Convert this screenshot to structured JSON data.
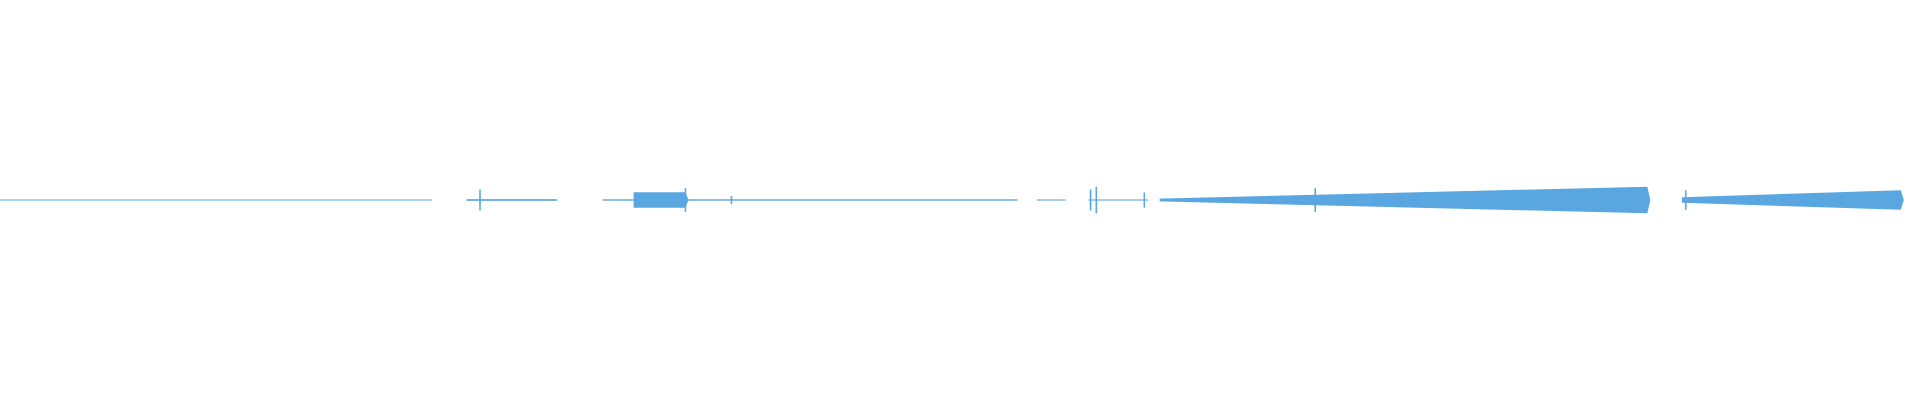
{
  "waveform": {
    "color": "#5aa6e0",
    "background": "#ffffff",
    "segments": [
      {
        "start": 0.0,
        "end": 0.225,
        "level": 0.06,
        "style": "line"
      },
      {
        "start": 0.243,
        "end": 0.29,
        "level": 0.12,
        "style": "line"
      },
      {
        "start": 0.314,
        "end": 0.33,
        "level": 0.1,
        "style": "line"
      },
      {
        "start": 0.33,
        "end": 0.357,
        "level": 0.55,
        "style": "block"
      },
      {
        "start": 0.357,
        "end": 0.53,
        "level": 0.1,
        "style": "line"
      },
      {
        "start": 0.54,
        "end": 0.555,
        "level": 0.08,
        "style": "line"
      },
      {
        "start": 0.567,
        "end": 0.598,
        "level": 0.08,
        "style": "line"
      },
      {
        "start": 0.604,
        "end": 0.858,
        "level": 0.1,
        "level_end": 0.95,
        "style": "ramp"
      },
      {
        "start": 0.876,
        "end": 0.99,
        "level": 0.2,
        "level_end": 0.7,
        "style": "ramp"
      }
    ],
    "spikes": [
      {
        "pos": 0.25,
        "level": 0.7
      },
      {
        "pos": 0.357,
        "level": 0.8
      },
      {
        "pos": 0.381,
        "level": 0.25
      },
      {
        "pos": 0.568,
        "level": 0.7
      },
      {
        "pos": 0.571,
        "level": 0.9
      },
      {
        "pos": 0.596,
        "level": 0.5
      },
      {
        "pos": 0.685,
        "level": 0.8
      },
      {
        "pos": 0.878,
        "level": 0.65
      }
    ]
  }
}
